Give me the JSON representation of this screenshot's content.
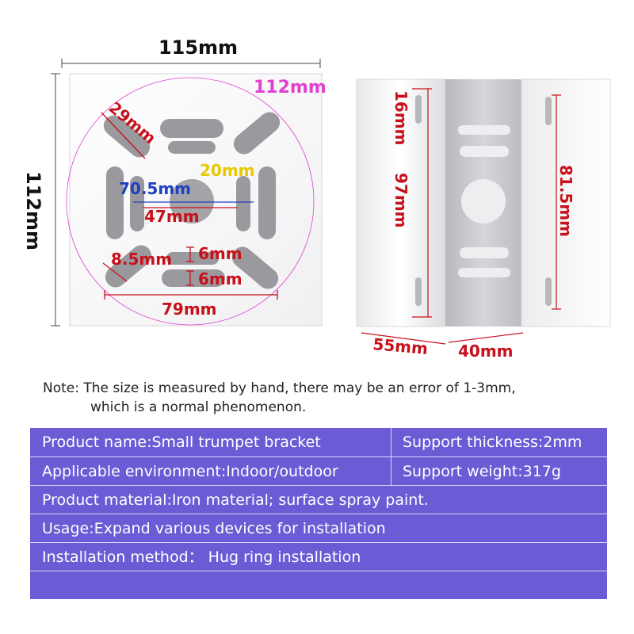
{
  "front_view": {
    "width_label": "115mm",
    "height_label": "112mm",
    "circle_label": "112mm",
    "slot_diag_label": "29mm",
    "center_hole_label": "20mm",
    "hole_span_label": "70.5mm",
    "inner_span_label": "47mm",
    "slot_width_label": "8.5mm",
    "gap_top_label": "6mm",
    "gap_bottom_label": "6mm",
    "bottom_span_label": "79mm"
  },
  "side_view": {
    "slot_label": "16mm",
    "inner_height_label": "97mm",
    "side_height_label": "81.5mm",
    "left_width_label": "55mm",
    "right_width_label": "40mm"
  },
  "note": {
    "line1": "Note: The size is measured by hand, there may be an error of 1-3mm,",
    "line2": "which is a normal phenomenon."
  },
  "specs": {
    "product_name": "Product name:Small trumpet bracket",
    "thickness": "Support thickness:2mm",
    "environment": "Applicable environment:Indoor/outdoor",
    "weight": "Support weight:317g",
    "material": "Product material:Iron material; surface spray paint.",
    "usage": "Usage:Expand various devices for installation",
    "method": "Installation method：  Hug ring installation"
  },
  "colors": {
    "dimension_red": "#c8101a",
    "circle_magenta": "#e040d0",
    "label_yellow": "#e8c800",
    "label_blue": "#2040c0",
    "panel_purple": "#6b5cd6"
  }
}
